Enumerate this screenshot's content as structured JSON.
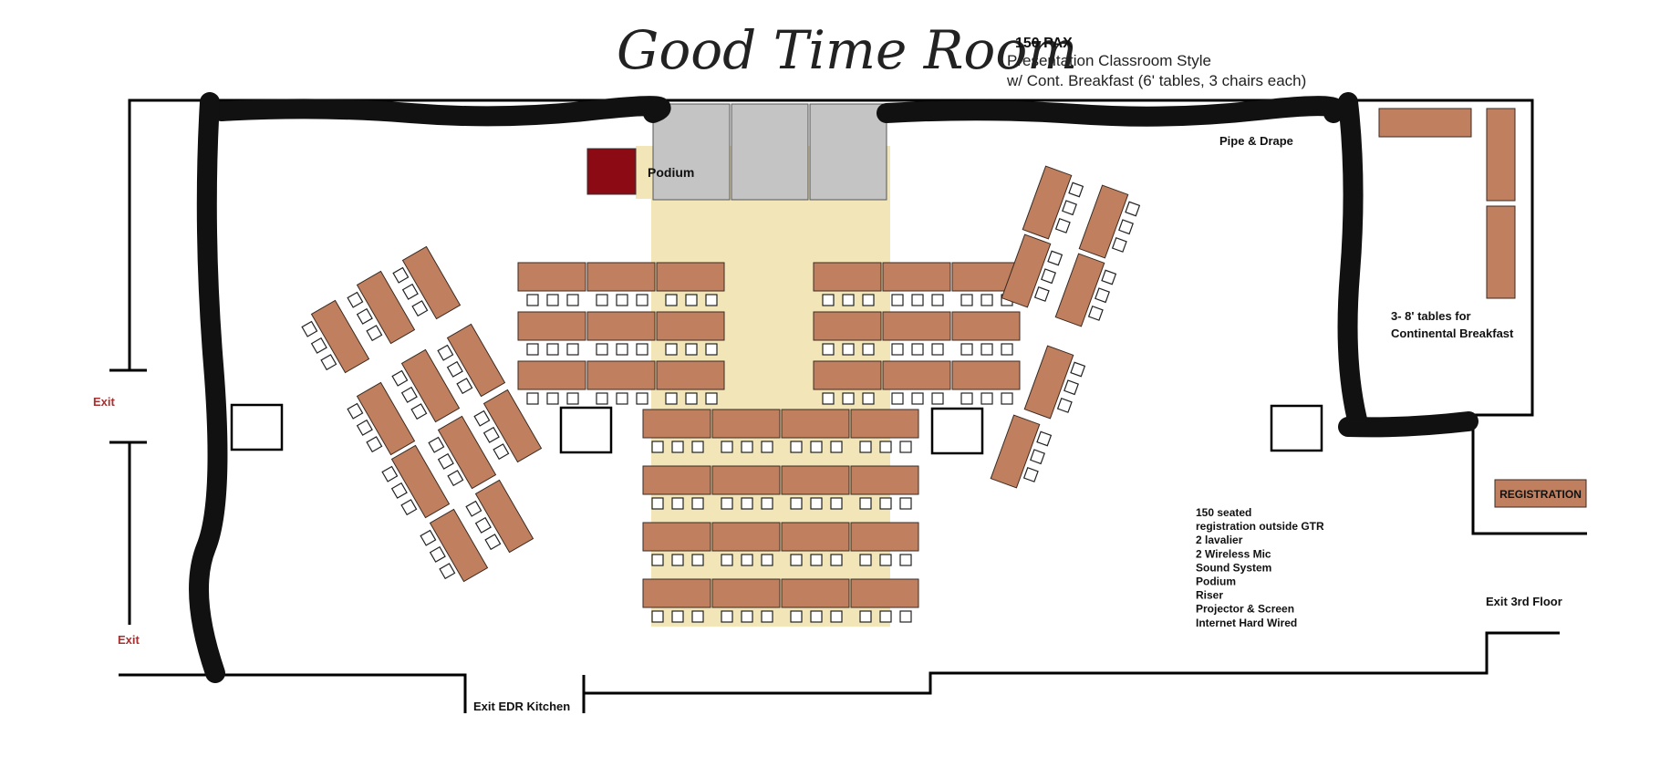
{
  "header": {
    "title": "Good Time Room",
    "pax": "150 PAX",
    "style": "Presentation Classroom Style",
    "breakfast": "w/ Cont. Breakfast (6' tables, 3 chairs each)"
  },
  "labels": {
    "pipe_drape": "Pipe & Drape",
    "podium": "Podium",
    "breakfast_tables_line1": "3- 8' tables for",
    "breakfast_tables_line2": "Continental Breakfast",
    "registration": "REGISTRATION",
    "exit_upper": "Exit",
    "exit_lower": "Exit",
    "exit_kitchen": "Exit EDR Kitchen",
    "exit_third_floor": "Exit 3rd Floor"
  },
  "amenities": [
    "150 seated",
    "registration outside GTR",
    "2 lavalier",
    "2 Wireless Mic",
    "Sound System",
    "Podium",
    "Riser",
    "Projector & Screen",
    "Internet Hard Wired"
  ],
  "colors": {
    "table": "#c08060",
    "table_edge": "#3a2a20",
    "riser": "#f2e6b8",
    "stage": "#c4c4c4",
    "podium": "#8b0a14",
    "drape": "#111111",
    "exit_text": "#a83030",
    "wall": "#000000"
  }
}
